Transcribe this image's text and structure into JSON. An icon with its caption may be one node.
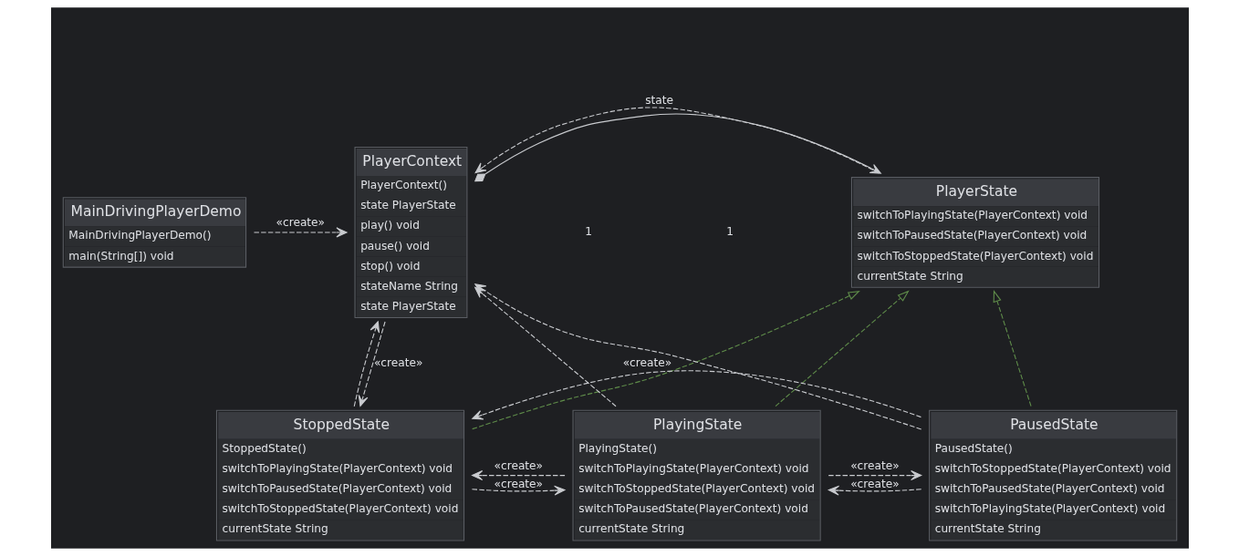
{
  "diagram": {
    "nodes": [
      {
        "text": [
          "MainDrivingPlayerDemo",
          "MainDrivingPlayerDemo()",
          "main(String[]) void"
        ]
      },
      {
        "text": [
          "PlayerContext",
          "PlayerContext()",
          "state PlayerState",
          "play() void",
          "pause() void",
          "stop() void",
          "stateName String",
          "state PlayerState"
        ]
      },
      {
        "text": [
          "PlayerState",
          "switchToPlayingState(PlayerContext) void",
          "switchToPausedState(PlayerContext) void",
          "switchToStoppedState(PlayerContext) void",
          "currentState String"
        ]
      },
      {
        "text": [
          "StoppedState",
          "StoppedState()",
          "switchToPlayingState(PlayerContext) void",
          "switchToPausedState(PlayerContext) void",
          "switchToStoppedState(PlayerContext) void",
          "currentState String"
        ]
      },
      {
        "text": [
          "PlayingState",
          "PlayingState()",
          "switchToPlayingState(PlayerContext) void",
          "switchToStoppedState(PlayerContext) void",
          "switchToPausedState(PlayerContext) void",
          "currentState String"
        ]
      },
      {
        "text": [
          "PausedState",
          "PausedState()",
          "switchToStoppedState(PlayerContext) void",
          "switchToPausedState(PlayerContext) void",
          "switchToPlayingState(PlayerContext) void",
          "currentState String"
        ]
      }
    ],
    "edges": [
      {
        "from": 0,
        "to": 1,
        "arrow": "to",
        "label": "«create»",
        "style": "dashed"
      },
      {
        "from": 1,
        "to": 2,
        "arrow": "to",
        "label": "state"
      },
      {
        "from": 2,
        "to": 1,
        "arrow": "to",
        "style": "dashed"
      },
      {
        "from": 3,
        "to": 2,
        "arrow": "to",
        "style": "dashed",
        "color": "#5f8c4a"
      },
      {
        "from": 4,
        "to": 2,
        "arrow": "to",
        "style": "dashed",
        "color": "#5f8c4a"
      },
      {
        "from": 5,
        "to": 2,
        "arrow": "to",
        "style": "dashed",
        "color": "#5f8c4a"
      },
      {
        "from": 3,
        "to": 1,
        "arrow": "to",
        "style": "dashed"
      },
      {
        "from": 1,
        "to": 3,
        "arrow": "to",
        "label": "«create»",
        "style": "dashed"
      },
      {
        "from": 4,
        "to": 5,
        "arrow": "to",
        "label": "«create»",
        "style": "dashed"
      },
      {
        "from": 5,
        "to": 4,
        "arrow": "to",
        "label": "«create»",
        "style": "dashed"
      },
      {
        "from": 4,
        "to": 3,
        "arrow": "to",
        "label": "«create»",
        "style": "dashed"
      },
      {
        "from": 3,
        "to": 4,
        "arrow": "to",
        "label": "«create»",
        "style": "dashed"
      },
      {
        "from": 5,
        "to": 3,
        "arrow": "to",
        "label": "«create»",
        "style": "dashed"
      },
      {
        "from": 4,
        "to": 1,
        "arrow": "to",
        "style": "dashed"
      },
      {
        "from": 5,
        "to": 1,
        "arrow": "to",
        "style": "dashed"
      }
    ],
    "labels": [
      "1",
      "1"
    ]
  }
}
